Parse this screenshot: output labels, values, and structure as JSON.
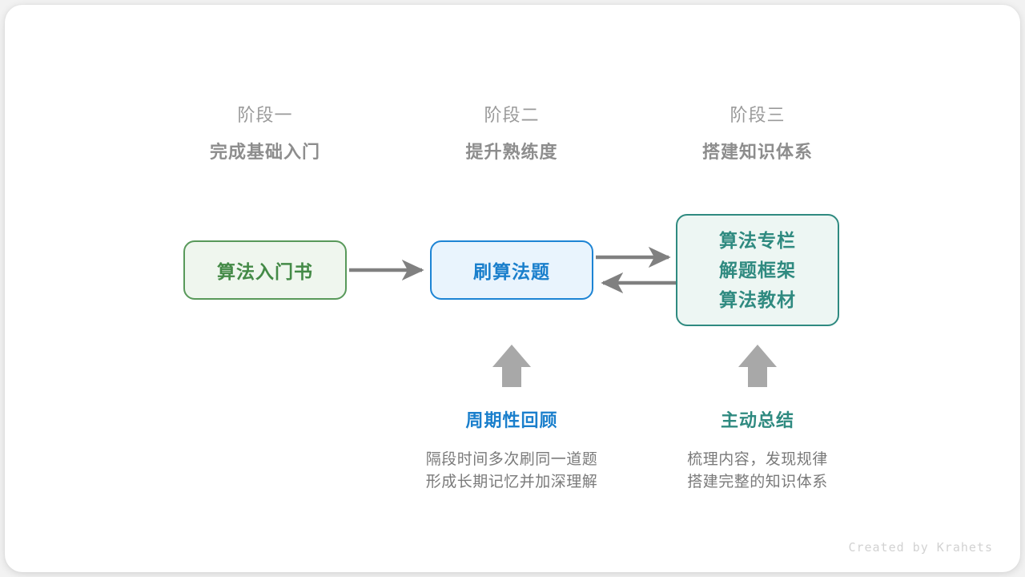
{
  "canvas": {
    "background": "#f2f2f2",
    "card_background": "#ffffff"
  },
  "stages": [
    {
      "label": "阶段一",
      "title": "完成基础入门"
    },
    {
      "label": "阶段二",
      "title": "提升熟练度"
    },
    {
      "label": "阶段三",
      "title": "搭建知识体系"
    }
  ],
  "nodes": {
    "book": {
      "text": "算法入门书",
      "color": "#448a47",
      "border": "#58995a",
      "fill": "#eff6ee"
    },
    "practice": {
      "text": "刷算法题",
      "color": "#1a7fcc",
      "border": "#1d84d4",
      "fill": "#e9f4fd"
    },
    "system": {
      "lines": [
        "算法专栏",
        "解题框架",
        "算法教材"
      ],
      "color": "#2f8a80",
      "border": "#2f8a80",
      "fill": "#edf6f3"
    }
  },
  "connectors": {
    "color": "#808080",
    "book_to_practice": "arrow-right",
    "practice_to_system": "arrow-right",
    "system_to_practice": "arrow-left",
    "up_arrow_review": "arrow-up",
    "up_arrow_summary": "arrow-up"
  },
  "annotations": [
    {
      "title": "周期性回顾",
      "color": "#1a7fcc",
      "lines": [
        "隔段时间多次刷同一道题",
        "形成长期记忆并加深理解"
      ]
    },
    {
      "title": "主动总结",
      "color": "#2f8a80",
      "lines": [
        "梳理内容，发现规律",
        "搭建完整的知识体系"
      ]
    }
  ],
  "credit": "Created by Krahets"
}
